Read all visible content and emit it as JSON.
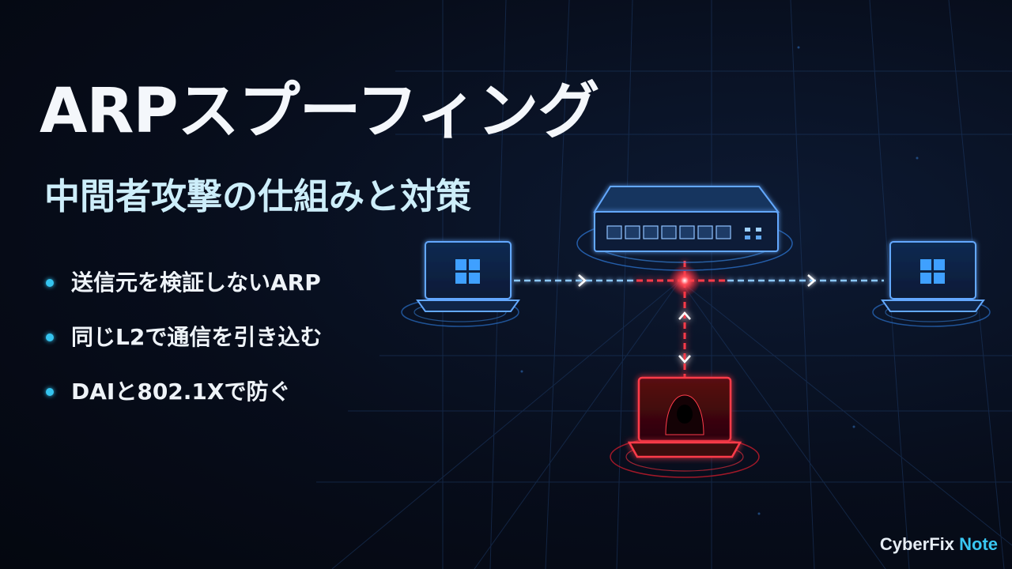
{
  "title": "ARPスプーフィング",
  "subtitle": "中間者攻撃の仕組みと対策",
  "bullets": [
    {
      "text": "送信元を検証しないARP"
    },
    {
      "text": "同じL2で通信を引き込む"
    },
    {
      "text": "DAIと802.1Xで防ぐ"
    }
  ],
  "brand": {
    "name": "CyberFix",
    "suffix": " Note"
  },
  "colors": {
    "background": "#060b16",
    "accent_blue": "#3aa0ff",
    "accent_cyan": "#35c4ef",
    "attack_red": "#ff2a3a"
  },
  "diagram": {
    "devices": [
      {
        "name": "network-switch-icon",
        "role": "switch"
      },
      {
        "name": "laptop-victim-left-icon",
        "role": "victim"
      },
      {
        "name": "laptop-victim-right-icon",
        "role": "victim"
      },
      {
        "name": "laptop-attacker-icon",
        "role": "attacker"
      }
    ]
  }
}
